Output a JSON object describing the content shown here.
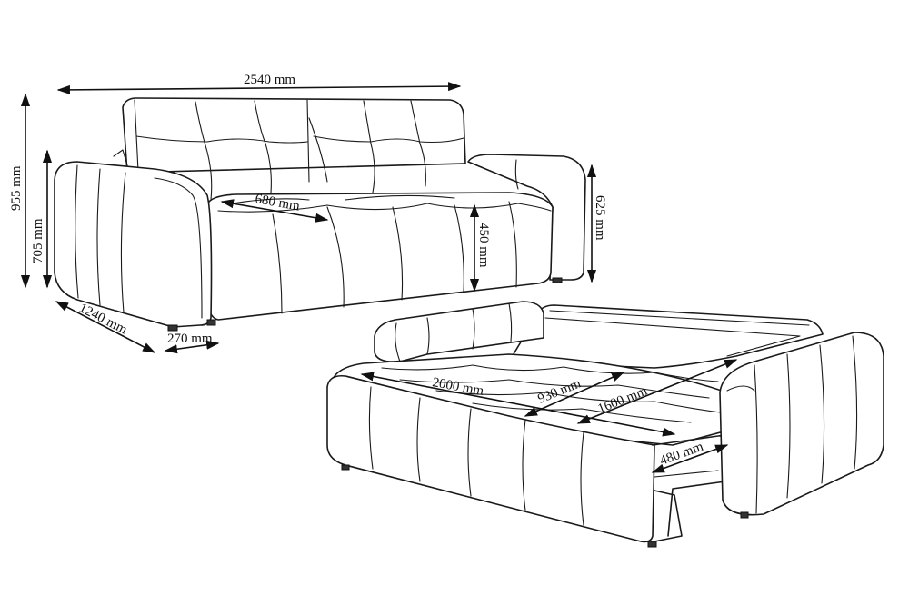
{
  "dimensions": {
    "sofa_width": "2540 mm",
    "total_height": "955 mm",
    "arm_height": "705 mm",
    "back_height": "625 mm",
    "seat_depth": "680 mm",
    "seat_height": "450 mm",
    "sofa_depth": "1240 mm",
    "arm_width": "270 mm",
    "bed_length": "2000 mm",
    "bed_width": "1600 mm",
    "extension_depth": "930 mm",
    "storage_depth": "480 mm"
  }
}
